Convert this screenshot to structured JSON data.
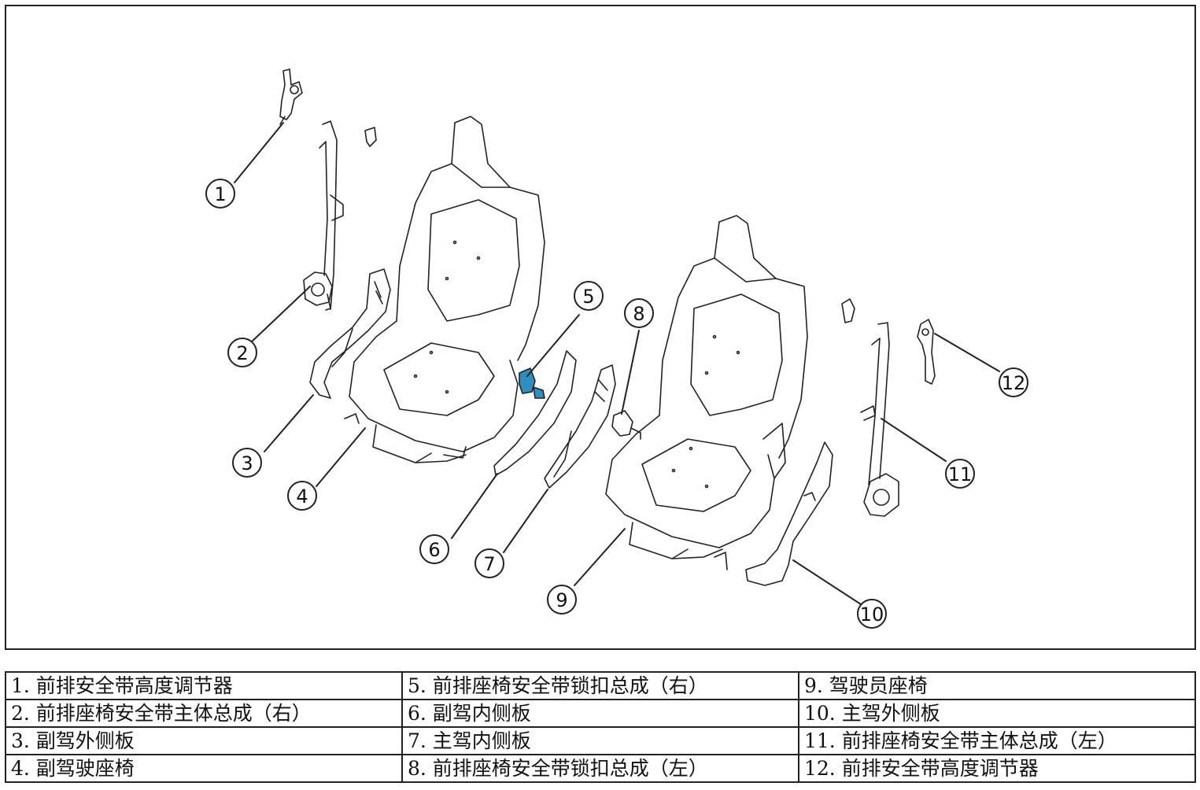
{
  "callouts": [
    "1",
    "2",
    "3",
    "4",
    "5",
    "6",
    "7",
    "8",
    "9",
    "10",
    "11",
    "12"
  ],
  "legend": {
    "rows": [
      [
        "1. 前排安全带高度调节器",
        "5. 前排座椅安全带锁扣总成（右）",
        "9. 驾驶员座椅"
      ],
      [
        "2. 前排座椅安全带主体总成（右）",
        "6. 副驾内侧板",
        "10. 主驾外侧板"
      ],
      [
        "3. 副驾外侧板",
        "7. 主驾内侧板",
        "11. 前排座椅安全带主体总成（左）"
      ],
      [
        "4. 副驾驶座椅",
        "8. 前排座椅安全带锁扣总成（左）",
        "12. 前排安全带高度调节器"
      ]
    ]
  },
  "colors": {
    "line": "#222222",
    "highlight": "#2f8fbf"
  }
}
